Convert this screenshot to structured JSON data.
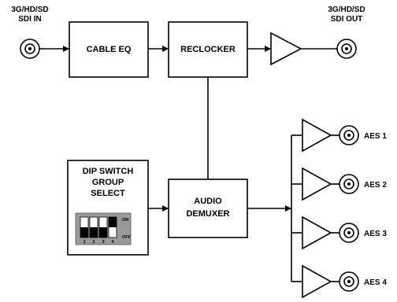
{
  "input_label": {
    "line1": "3G/HD/SD",
    "line2": "SDI IN"
  },
  "output_label": {
    "line1": "3G/HD/SD",
    "line2": "SDI OUT"
  },
  "blocks": {
    "cable_eq": "CABLE EQ",
    "reclocker": "RECLOCKER",
    "audio_demuxer": {
      "line1": "AUDIO",
      "line2": "DEMUXER"
    },
    "dip_switch": {
      "line1": "DIP SWITCH",
      "line2": "GROUP",
      "line3": "SELECT"
    }
  },
  "dip_switch_panel": {
    "on_label": "ON",
    "off_label": "OFF",
    "switch_numbers": [
      "1",
      "2",
      "3",
      "4"
    ],
    "positions": [
      "off",
      "off",
      "off",
      "on"
    ]
  },
  "aes_outputs": [
    "AES 1",
    "AES 2",
    "AES 3",
    "AES 4"
  ],
  "colors": {
    "line": "#000000",
    "background": "#ffffff",
    "switch_gray": "#9a9a9a"
  }
}
